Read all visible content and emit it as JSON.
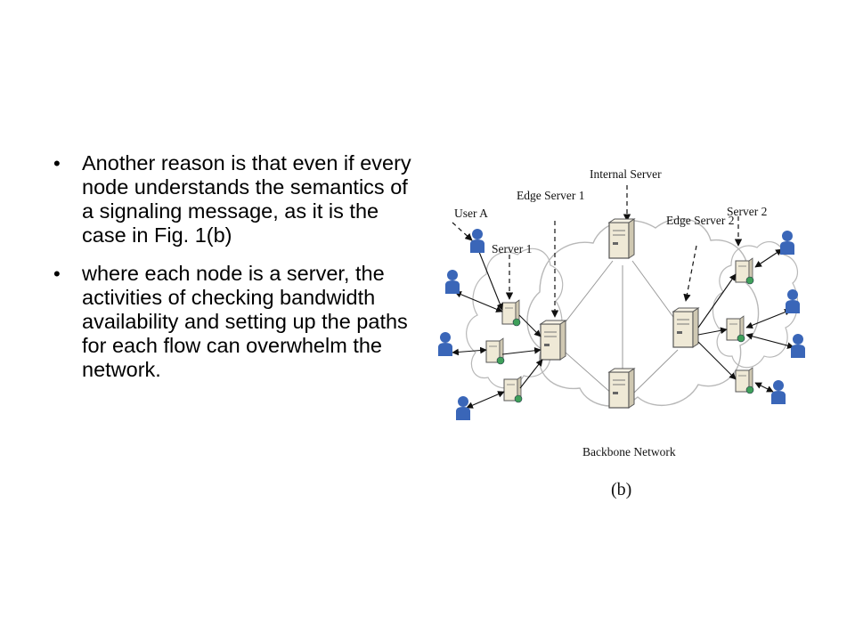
{
  "bullets": [
    "Another reason is that even if every node understands the semantics of a signaling message, as it is the case in Fig. 1(b)",
    "where each node is a server, the activities of checking bandwidth availability and setting up the paths for each flow can overwhelm the network."
  ],
  "diagram": {
    "labels": {
      "edge_server_1": "Edge Server 1",
      "internal_server": "Internal Server",
      "edge_server_2": "Edge Server 2",
      "server_2": "Server 2",
      "user_a": "User A",
      "server_1": "Server 1",
      "backbone_network": "Backbone Network",
      "caption": "(b)"
    },
    "colors": {
      "user": "#3a66b8",
      "server": "#efe9d6",
      "cloud_stroke": "#b8b8b8",
      "arrow": "#111111",
      "link": "#9a9a9a"
    }
  }
}
